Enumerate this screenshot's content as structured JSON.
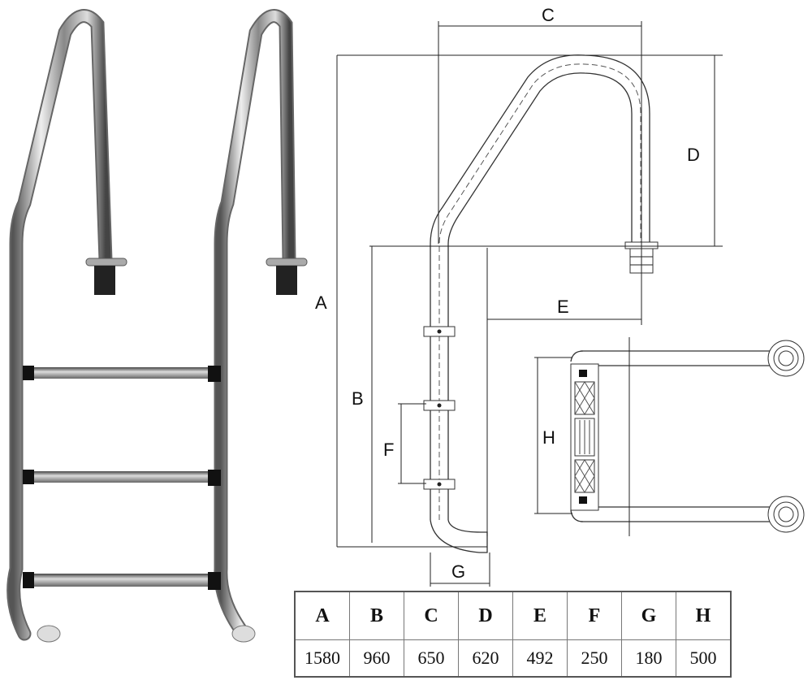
{
  "diagram_labels": {
    "A": "A",
    "B": "B",
    "C": "C",
    "D": "D",
    "E": "E",
    "F": "F",
    "G": "G",
    "H": "H"
  },
  "dimensions_table": {
    "headers": [
      "A",
      "B",
      "C",
      "D",
      "E",
      "F",
      "G",
      "H"
    ],
    "values": [
      "1580",
      "960",
      "650",
      "620",
      "492",
      "250",
      "180",
      "500"
    ]
  }
}
